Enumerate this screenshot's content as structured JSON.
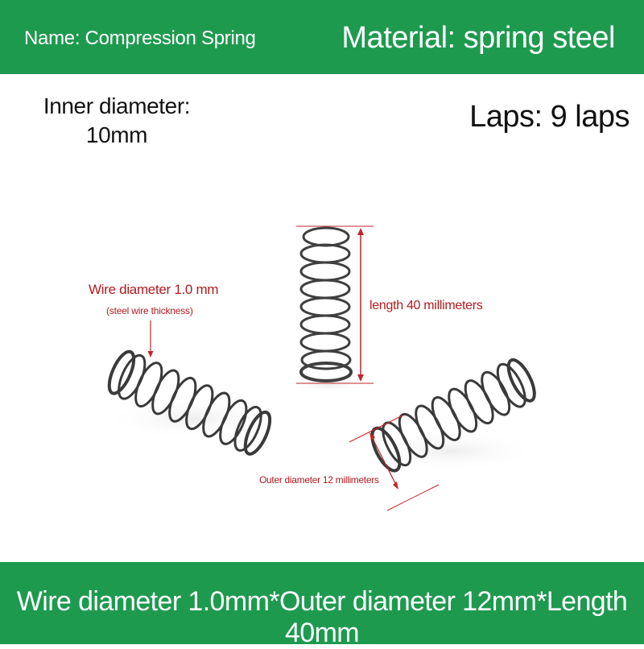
{
  "header": {
    "name": "Name: Compression Spring",
    "material": "Material: spring steel",
    "band_color": "#1e9a4f"
  },
  "specs": {
    "inner_diameter_line1": "Inner diameter:",
    "inner_diameter_line2": "10mm",
    "laps": "Laps: 9 laps"
  },
  "annotations": {
    "wire_diameter": "Wire diameter 1.0 mm",
    "wire_note": "(steel wire thickness)",
    "length": "length 40 millimeters",
    "outer_diameter": "Outer diameter 12 millimeters",
    "annotation_color": "#b21a1e"
  },
  "footer": {
    "spec_line": "Wire diameter 1.0mm*Outer diameter 12mm*Length 40mm"
  }
}
